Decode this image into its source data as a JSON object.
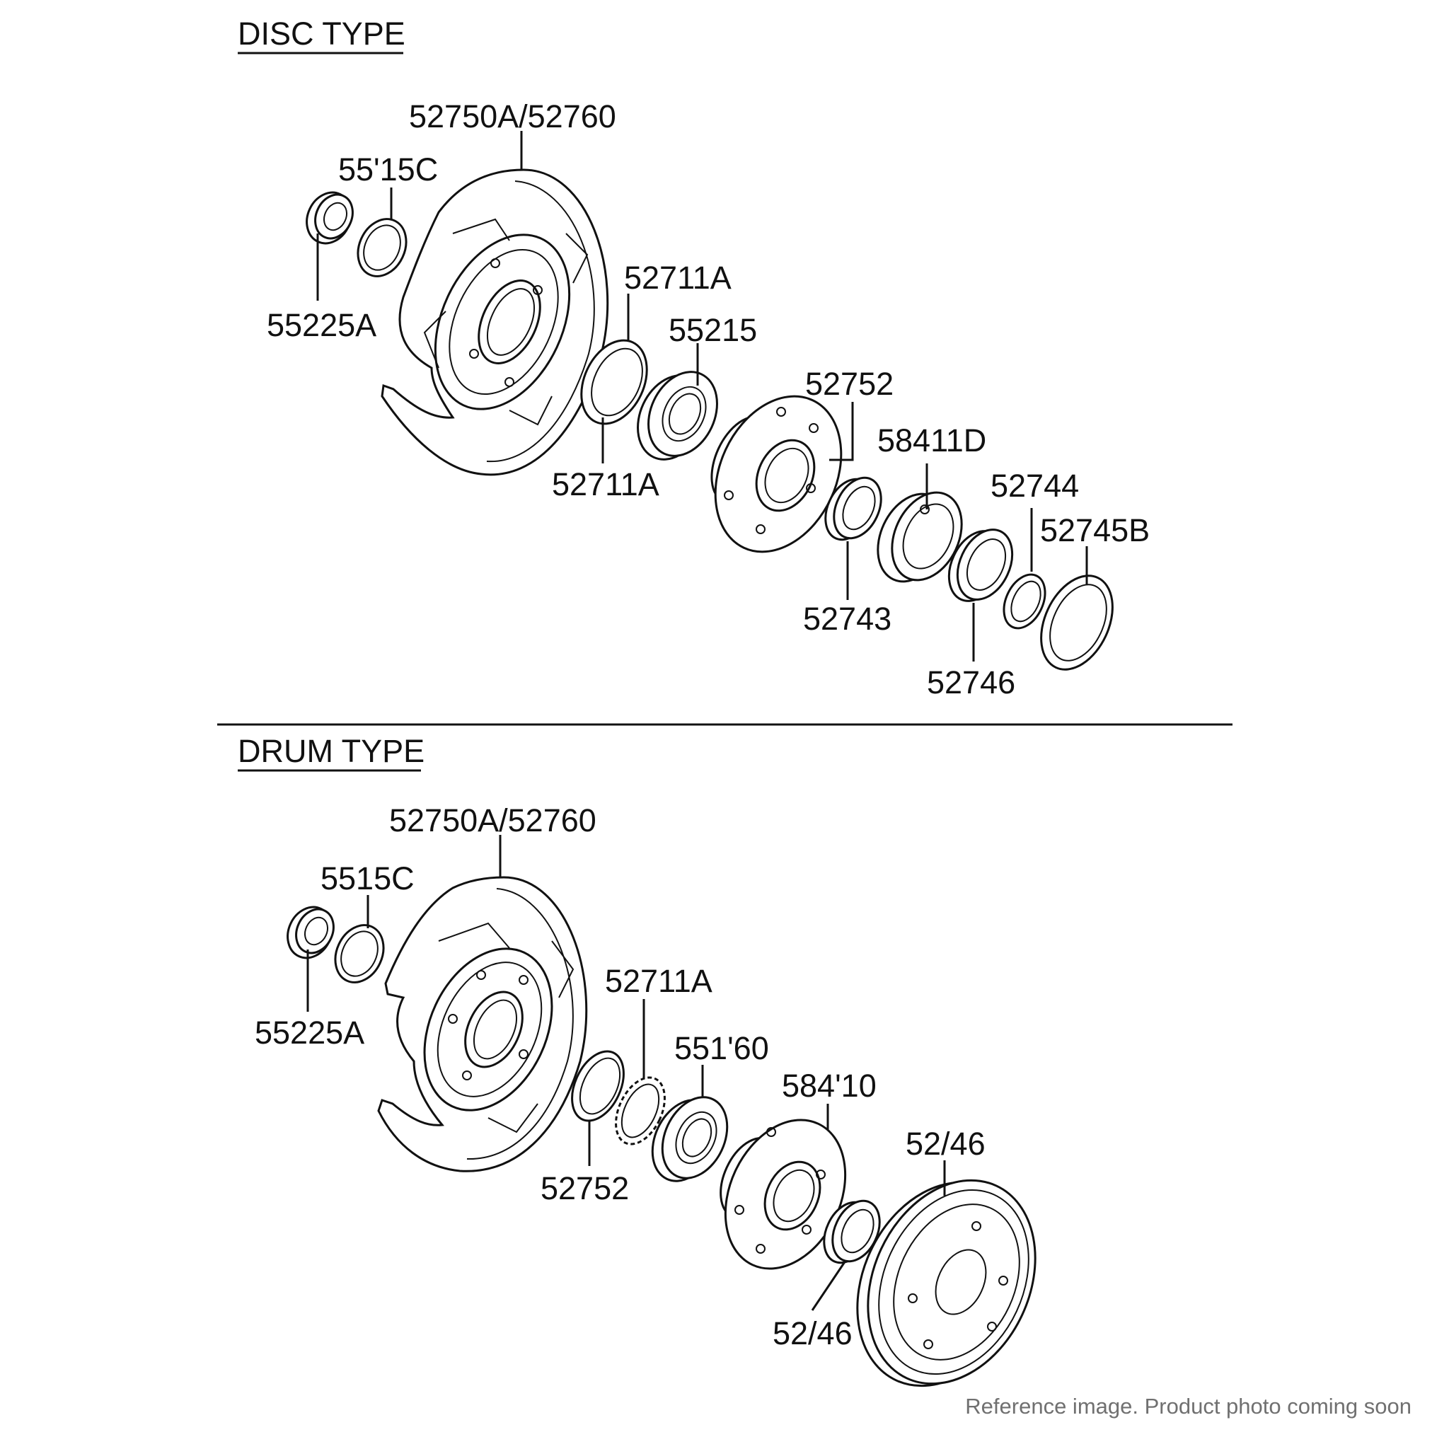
{
  "sections": [
    {
      "title": "DISC TYPE",
      "labels": {
        "shield": "52750A/52760",
        "seal_outer": "55'15C",
        "seal_small": "55225A",
        "spacer_top": "52711A",
        "bearing": "55215",
        "spacer_bottom": "52711A",
        "hub": "52752",
        "nut": "58411D",
        "inner_bearing": "52743",
        "washer": "52744",
        "cap": "52745B",
        "bearing_cup": "52746"
      }
    },
    {
      "title": "DRUM TYPE",
      "labels": {
        "shield": "52750A/52760",
        "seal_outer": "5515C",
        "seal_small": "55225A",
        "snap_ring": "52711A",
        "bearing": "551'60",
        "spacer": "52752",
        "hub": "584'10",
        "drum": "52/46",
        "inner_bearing": "52/46"
      }
    }
  ],
  "footer_note": "Reference image. Product photo coming soon",
  "colors": {
    "line": "#111111",
    "background": "#ffffff",
    "note": "#707070"
  }
}
